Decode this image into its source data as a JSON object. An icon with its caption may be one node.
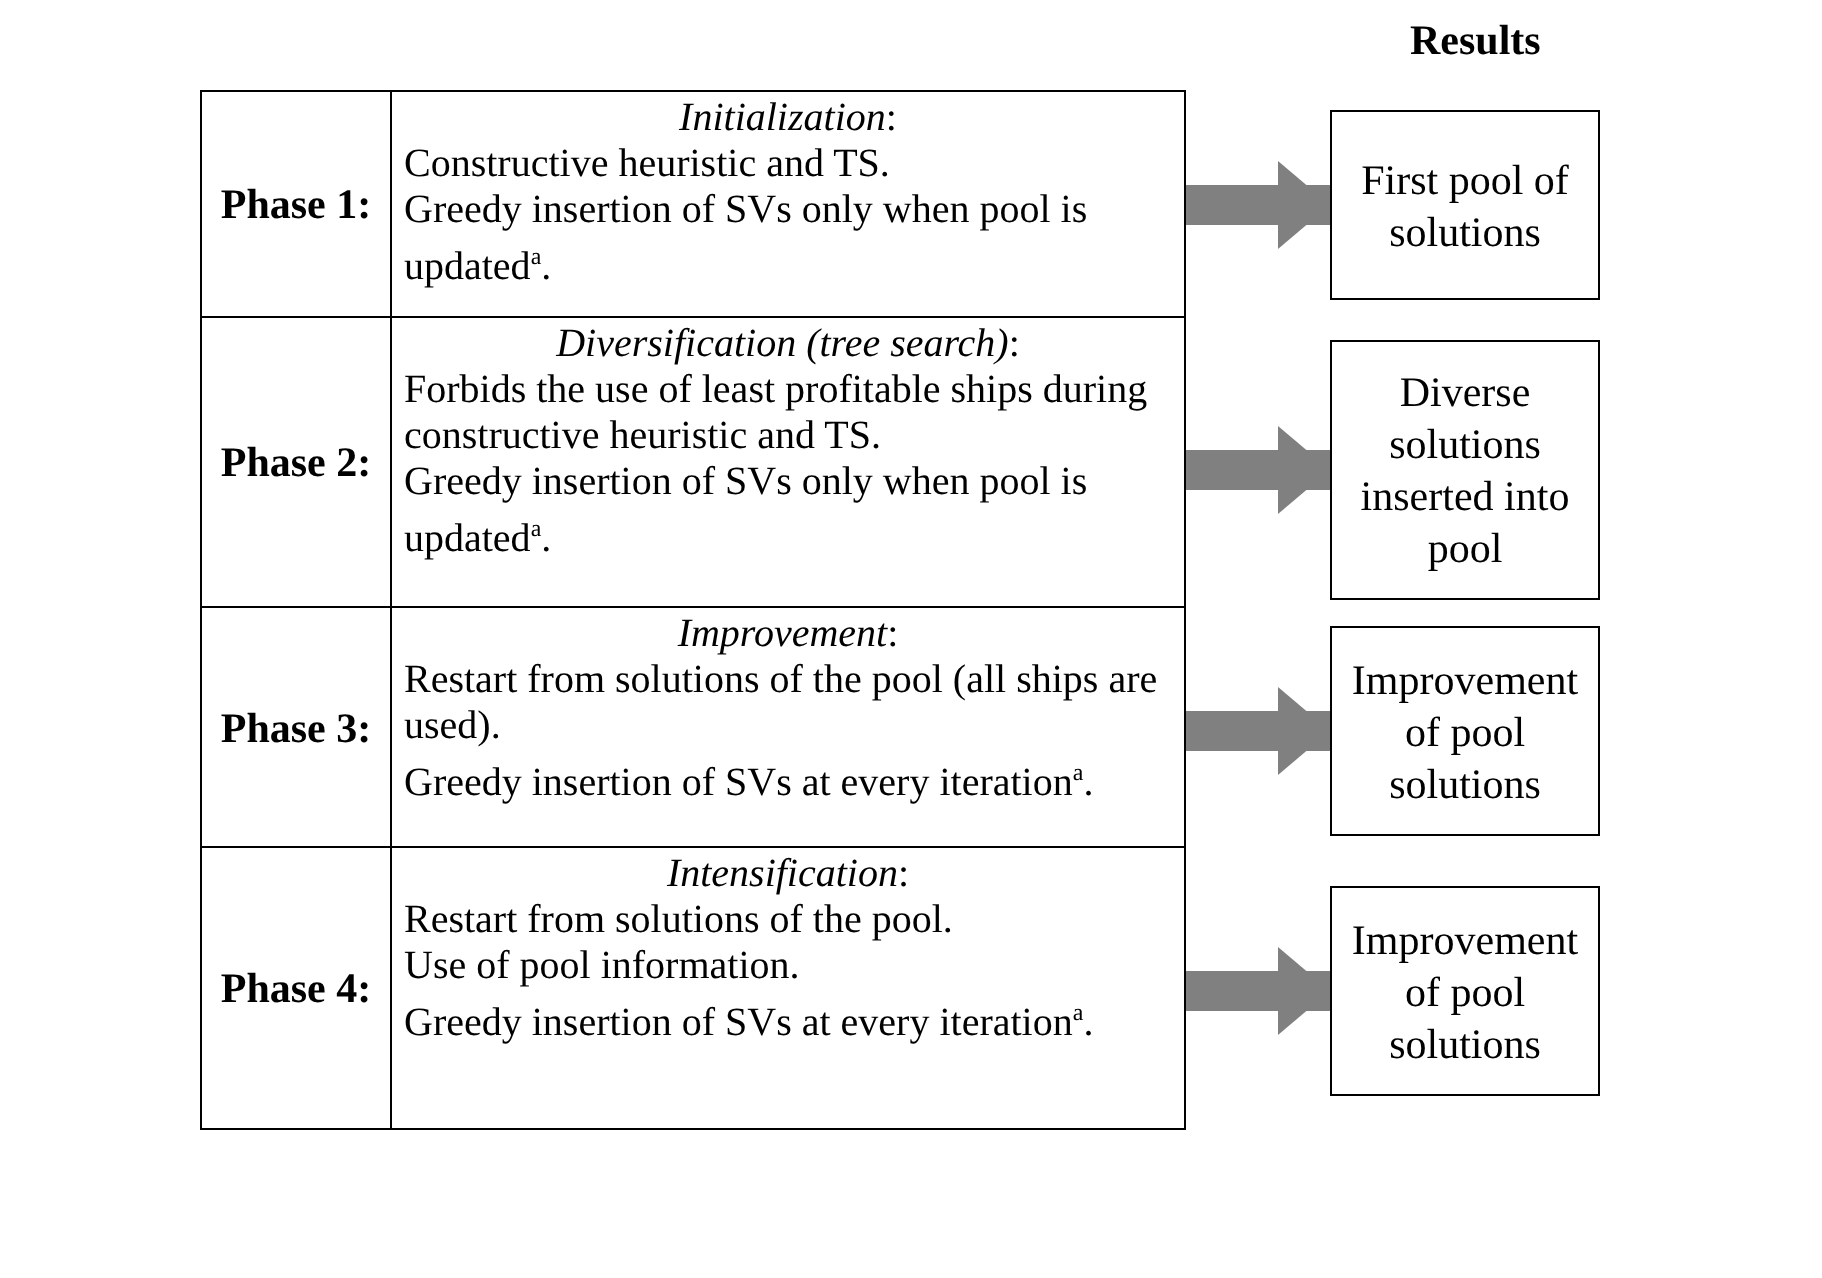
{
  "diagram": {
    "nodes": [
      {
        "text": [
          "Phase 1:",
          "*Initialization*:",
          "Constructive heuristic and TS.",
          "Greedy insertion of SVs only when pool is updated$^{a}$."
        ]
      },
      {
        "text": [
          "First pool of solutions"
        ]
      },
      {
        "text": [
          "Phase 2:",
          "*Diversification (tree search)*:",
          "Forbids the use of least profitable ships during constructive heuristic and TS.",
          "Greedy insertion of SVs only when pool is updated$^{a}$."
        ]
      },
      {
        "text": [
          "Diverse solutions inserted into pool"
        ]
      },
      {
        "text": [
          "Phase 3:",
          "*Improvement*:",
          "Restart from solutions of the pool (all ships are used).",
          "Greedy insertion of SVs at every iteration$^{a}$."
        ]
      },
      {
        "text": [
          "Improvement of pool solutions"
        ]
      },
      {
        "text": [
          "Phase 4:",
          "*Intensification*:",
          "Restart from solutions of the pool.",
          "Use of pool information.",
          "Greedy insertion of SVs at every iteration$^{a}$."
        ]
      },
      {
        "text": [
          "Improvement of pool solutions"
        ]
      }
    ],
    "edges": [
      {
        "from": 0,
        "to": 1,
        "arrow": "to"
      },
      {
        "from": 2,
        "to": 3,
        "arrow": "to"
      },
      {
        "from": 4,
        "to": 5,
        "arrow": "to"
      },
      {
        "from": 6,
        "to": 7,
        "arrow": "to"
      }
    ],
    "labels": [
      "Results"
    ]
  }
}
